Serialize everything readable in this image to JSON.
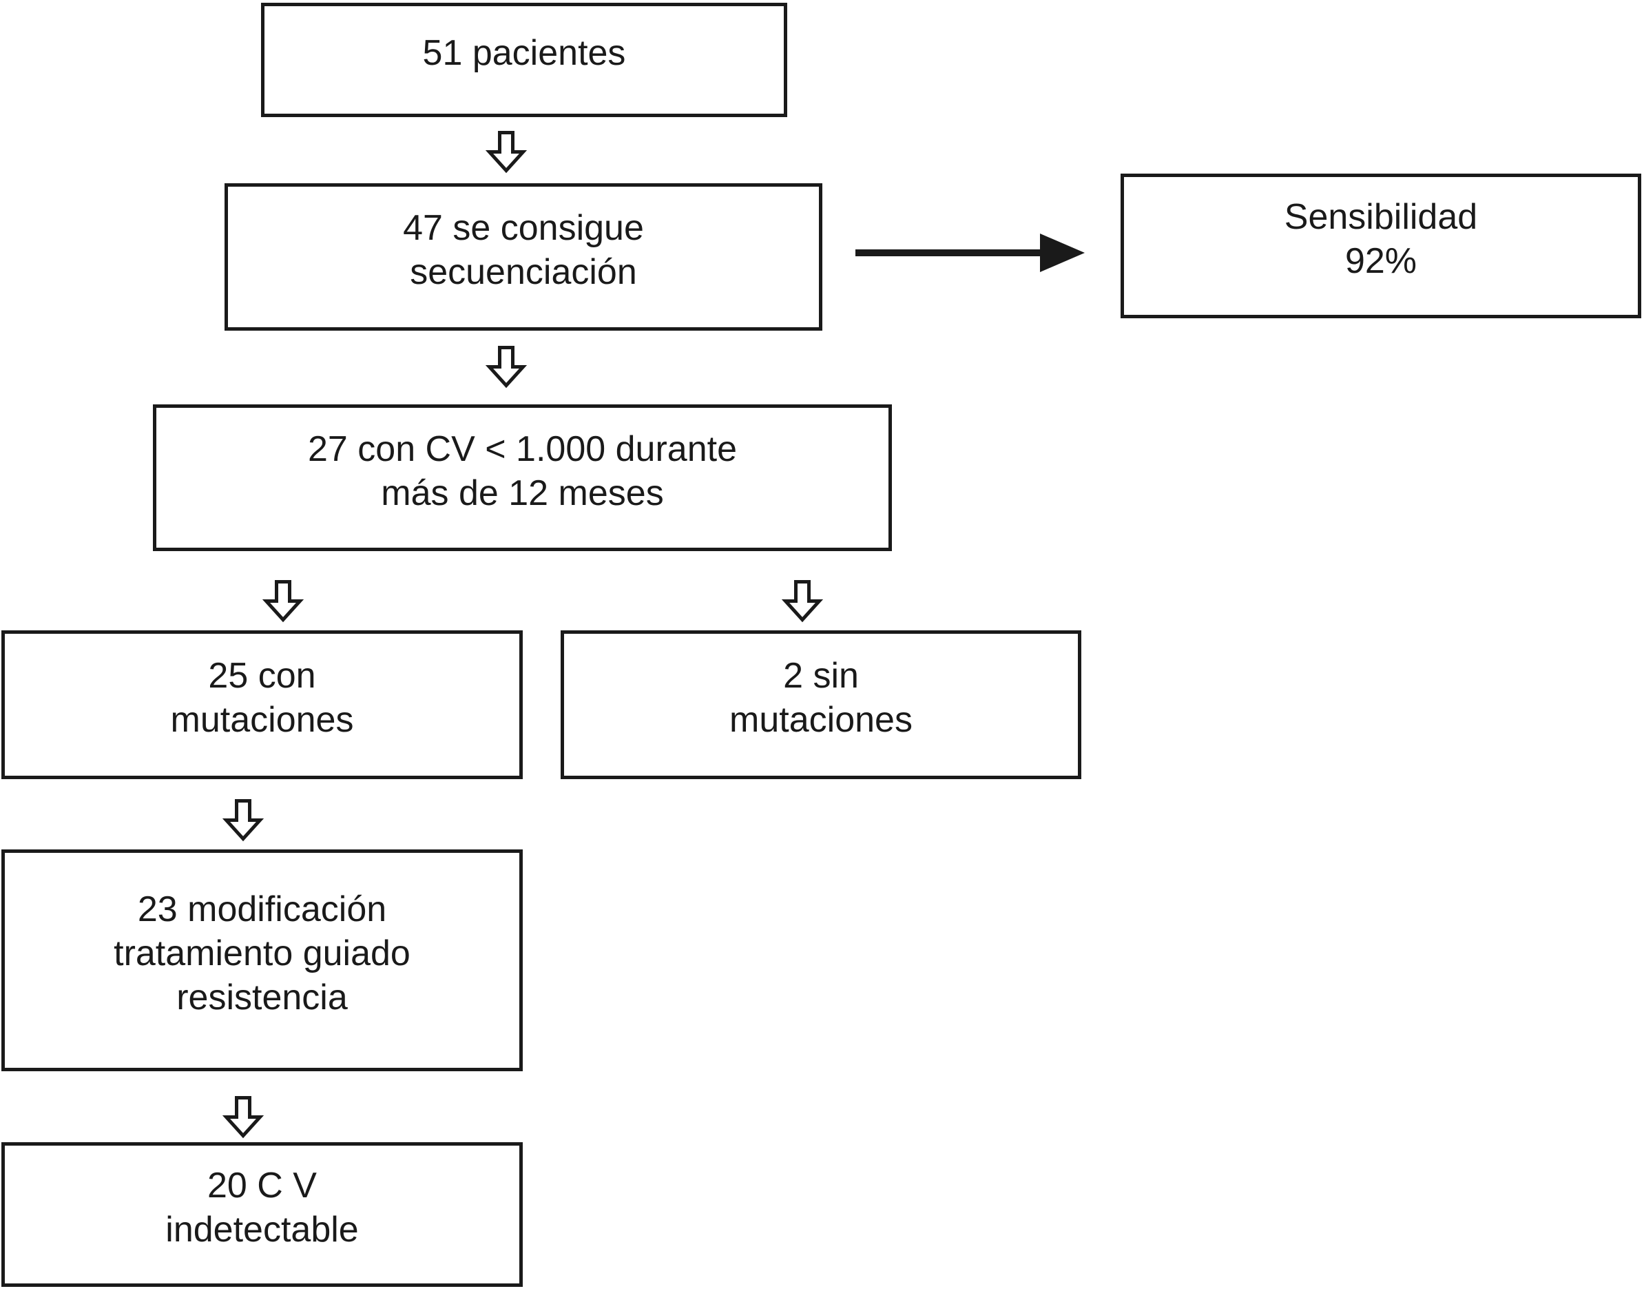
{
  "flowchart": {
    "colors": {
      "background": "#ffffff",
      "line": "#1a1a1a",
      "text": "#1a1a1a"
    },
    "nodes": {
      "patients": {
        "lines": [
          "51 pacientes"
        ]
      },
      "sequenced": {
        "lines": [
          "47 se consigue",
          "secuenciación"
        ]
      },
      "sensitivity": {
        "lines": [
          "Sensibilidad",
          "92%"
        ]
      },
      "cv_under_1000": {
        "lines": [
          "27 con CV < 1.000 durante",
          "más de 12 meses"
        ]
      },
      "with_mutations": {
        "lines": [
          "25 con",
          "mutaciones"
        ]
      },
      "no_mutations": {
        "lines": [
          "2 sin",
          "mutaciones"
        ]
      },
      "treatment_modification": {
        "lines": [
          "23 modificación",
          "tratamiento guiado",
          "resistencia"
        ]
      },
      "cv_undetectable": {
        "lines": [
          "20 C V",
          "indetectable"
        ]
      }
    }
  }
}
